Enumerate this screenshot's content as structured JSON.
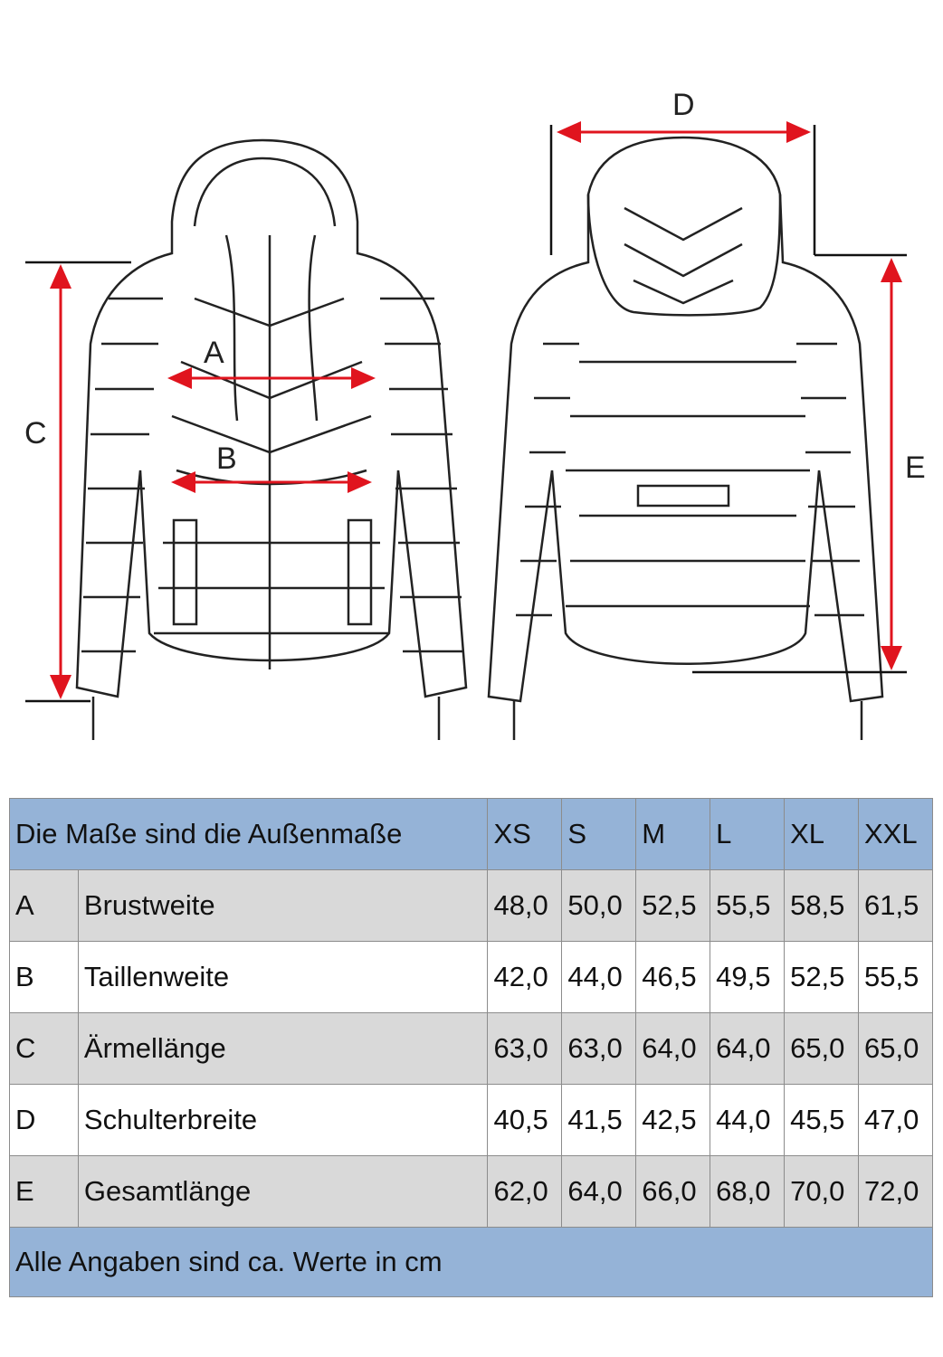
{
  "diagram": {
    "labels": {
      "A": "A",
      "B": "B",
      "C": "C",
      "D": "D",
      "E": "E"
    },
    "arrow_color": "#e0141e"
  },
  "table": {
    "header_title": "Die Maße sind die Außenmaße",
    "sizes": [
      "XS",
      "S",
      "M",
      "L",
      "XL",
      "XXL"
    ],
    "rows": [
      {
        "key": "A",
        "name": "Brustweite",
        "values": [
          "48,0",
          "50,0",
          "52,5",
          "55,5",
          "58,5",
          "61,5"
        ]
      },
      {
        "key": "B",
        "name": "Taillenweite",
        "values": [
          "42,0",
          "44,0",
          "46,5",
          "49,5",
          "52,5",
          "55,5"
        ]
      },
      {
        "key": "C",
        "name": "Ärmellänge",
        "values": [
          "63,0",
          "63,0",
          "64,0",
          "64,0",
          "65,0",
          "65,0"
        ]
      },
      {
        "key": "D",
        "name": "Schulterbreite",
        "values": [
          "40,5",
          "41,5",
          "42,5",
          "44,0",
          "45,5",
          "47,0"
        ]
      },
      {
        "key": "E",
        "name": "Gesamtlänge",
        "values": [
          "62,0",
          "64,0",
          "66,0",
          "68,0",
          "70,0",
          "72,0"
        ]
      }
    ],
    "footer": "Alle Angaben sind ca. Werte in cm"
  }
}
